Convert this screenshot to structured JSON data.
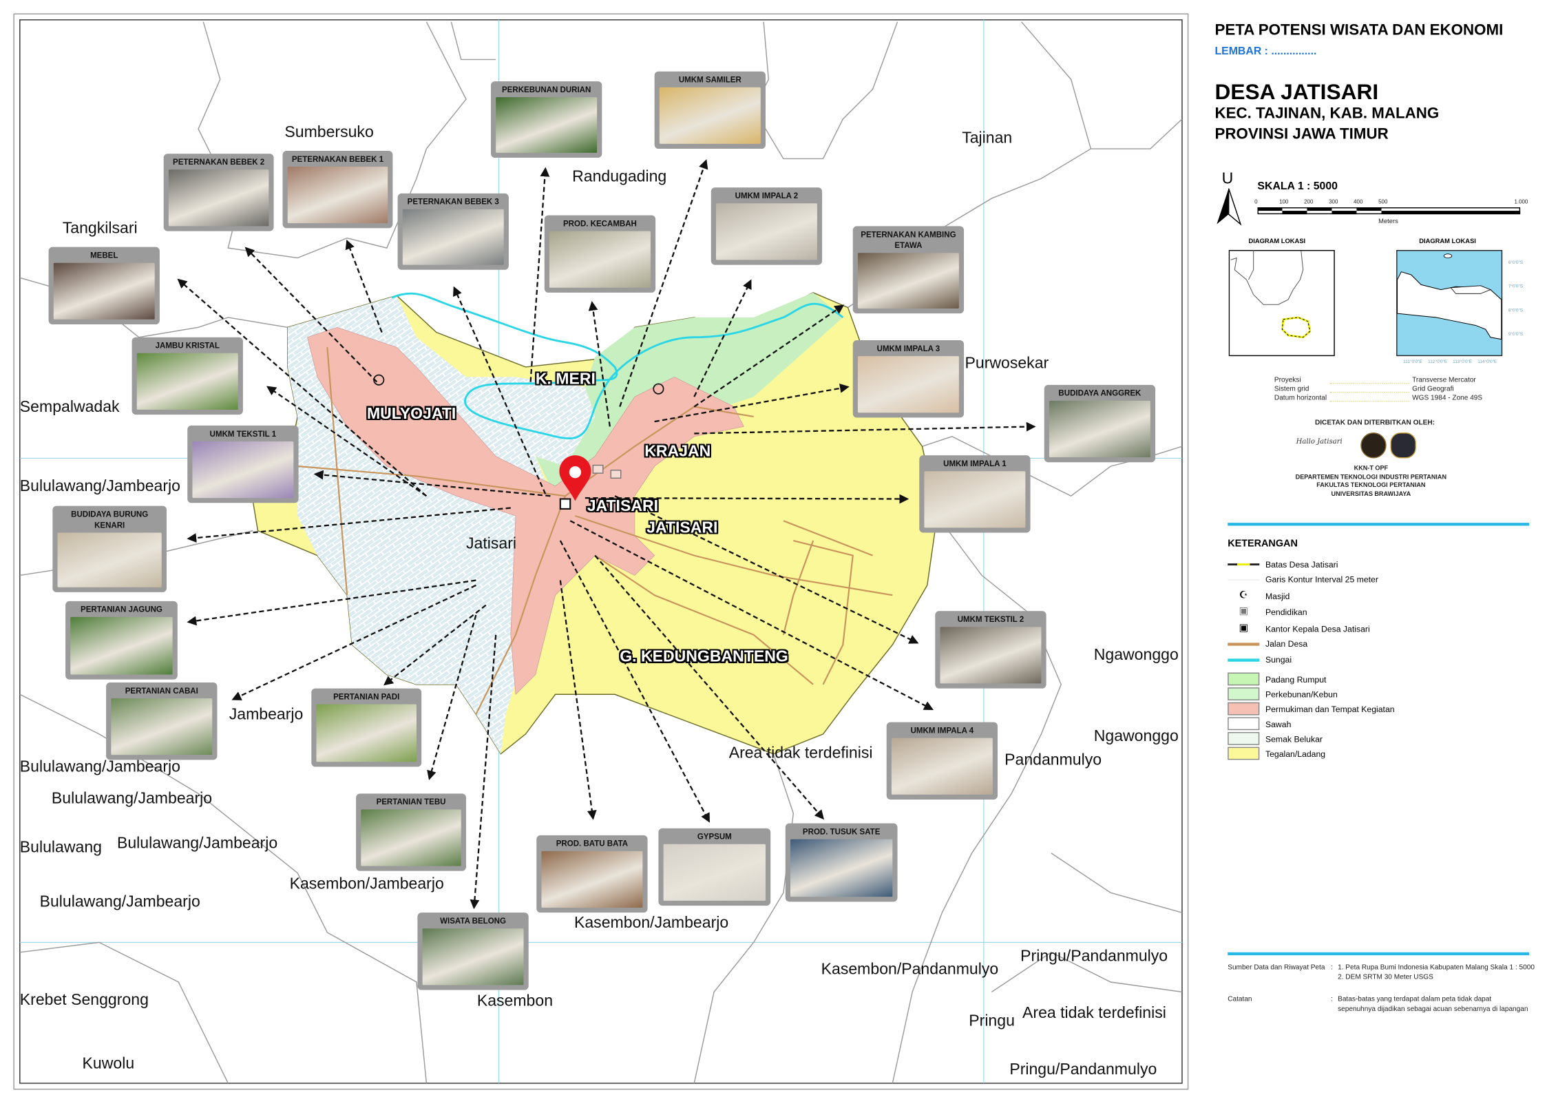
{
  "header": {
    "title": "PETA POTENSI WISATA DAN EKONOMI",
    "sheet": "LEMBAR : ...............",
    "village": "DESA JATISARI",
    "district": "KEC. TAJINAN, KAB. MALANG",
    "province": "PROVINSI JAWA TIMUR"
  },
  "scale": {
    "north": "U",
    "label": "SKALA 1 : 5000",
    "ticks": [
      "0",
      "100",
      "200",
      "300",
      "400",
      "500",
      "1.000"
    ],
    "unit": "Meters"
  },
  "diagrams": {
    "left_title": "DIAGRAM LOKASI",
    "right_title": "DIAGRAM LOKASI",
    "lat_ticks": [
      "6°0'0\"S",
      "7°0'0\"S",
      "8°0'0\"S",
      "9°0'0\"S"
    ],
    "lon_ticks": [
      "111°0'0\"E",
      "112°0'0\"E",
      "113°0'0\"E",
      "114°0'0\"E"
    ]
  },
  "projection": [
    {
      "label": "Proyeksi",
      "value": "Transverse Mercator"
    },
    {
      "label": "Sistem grid",
      "value": "Grid Geografi"
    },
    {
      "label": "Datum horizontal",
      "value": "WGS 1984 - Zone 49S"
    }
  ],
  "publisher": {
    "heading": "DICETAK DAN DITERBITKAN OLEH:",
    "logo_text": "Hallo Jatisari",
    "lines": [
      "KKN-T OPF",
      "DEPARTEMEN TEKNOLOGI INDUSTRI PERTANIAN",
      "FAKULTAS TEKNOLOGI PERTANIAN",
      "UNIVERSITAS BRAWIJAYA"
    ]
  },
  "legend": {
    "title": "KETERANGAN",
    "items": [
      {
        "label": "Batas Desa Jatisari",
        "symbol": "boundary-line"
      },
      {
        "label": "Garis Kontur Interval 25 meter",
        "symbol": "contour-line"
      },
      {
        "label": "Masjid",
        "symbol": "mosque-icon"
      },
      {
        "label": "Pendidikan",
        "symbol": "education-icon"
      },
      {
        "label": "Kantor Kepala Desa Jatisari",
        "symbol": "office-icon"
      },
      {
        "label": "Jalan Desa",
        "symbol": "road-line",
        "color": "#c8945c"
      },
      {
        "label": "Sungai",
        "symbol": "river-line",
        "color": "#2ad6e6"
      },
      {
        "label": "Padang Rumput",
        "symbol": "fill",
        "color": "#c6f5b4"
      },
      {
        "label": "Perkebunan/Kebun",
        "symbol": "fill",
        "color": "#d2f7cc"
      },
      {
        "label": "Permukiman dan Tempat Kegiatan",
        "symbol": "fill",
        "color": "#f7c0b4"
      },
      {
        "label": "Sawah",
        "symbol": "fill",
        "color": "#ffffff"
      },
      {
        "label": "Semak Belukar",
        "symbol": "fill",
        "color": "#eef8ee"
      },
      {
        "label": "Tegalan/Ladang",
        "symbol": "fill",
        "color": "#fbf89a"
      }
    ]
  },
  "sources": {
    "source_label": "Sumber Data dan Riwayat Peta",
    "source_lines": [
      "1. Peta Rupa Bumi Indonesia Kabupaten Malang Skala 1 : 5000",
      "2. DEM SRTM 30 Meter USGS"
    ],
    "note_label": "Catatan",
    "note_lines": [
      "Batas-batas yang terdapat dalam peta tidak dapat",
      "sepenuhnya dijadikan sebagai acuan sebenarnya di lapangan"
    ]
  },
  "map": {
    "villages": [
      "MULYOJATI",
      "K. MERI",
      "KRAJAN",
      "JATISARI",
      "JATISARI",
      "G. KEDUNGBANTENG"
    ],
    "places": [
      "Sumbersuko",
      "Tangkilsari",
      "Randugading",
      "Tajinan",
      "Purwosekar",
      "Sempalwadak",
      "Bululawang/Jambearjo",
      "Jatisari",
      "Jambearjo",
      "Bululawang/Jambearjo",
      "Bululawang/Jambearjo",
      "Bululawang",
      "Bululawang/Jambearjo",
      "Bululawang/Jambearjo",
      "Kasembon/Jambearjo",
      "Kasembon/Jambearjo",
      "Krebet Senggrong",
      "Kasembon",
      "Kuwolu",
      "Ngawonggo",
      "Ngawonggo",
      "Area tidak terdefinisi",
      "Pandanmulyo",
      "Kasembon/Pandanmulyo",
      "Pringu/Pandanmulyo",
      "Pringu",
      "Area tidak terdefinisi",
      "Pringu/Pandanmulyo"
    ],
    "cards": [
      {
        "title": "PERKEBUNAN DURIAN",
        "photo": "#3f6a2e"
      },
      {
        "title": "UMKM SAMILER",
        "photo": "#d9b66a"
      },
      {
        "title": "PETERNAKAN BEBEK 2",
        "photo": "#6b6a66"
      },
      {
        "title": "PETERNAKAN BEBEK 1",
        "photo": "#a07a66"
      },
      {
        "title": "PETERNAKAN BEBEK 3",
        "photo": "#7a7f80"
      },
      {
        "title": "PROD. KECAMBAH",
        "photo": "#a6a48c"
      },
      {
        "title": "UMKM IMPALA 2",
        "photo": "#b8b2a6"
      },
      {
        "title": "PETERNAKAN KAMBING ETAWA",
        "photo": "#6a5a48"
      },
      {
        "title": "MEBEL",
        "photo": "#5d4a40"
      },
      {
        "title": "JAMBU KRISTAL",
        "photo": "#5f8a3e"
      },
      {
        "title": "UMKM IMPALA 3",
        "photo": "#d8bfa4"
      },
      {
        "title": "BUDIDAYA ANGGREK",
        "photo": "#6d7a62"
      },
      {
        "title": "UMKM TEKSTIL 1",
        "photo": "#9a86b8"
      },
      {
        "title": "UMKM IMPALA 1",
        "photo": "#c9bba8"
      },
      {
        "title": "BUDIDAYA BURUNG KENARI",
        "photo": "#c4b8a2"
      },
      {
        "title": "PERTANIAN JAGUNG",
        "photo": "#4f7d3a"
      },
      {
        "title": "UMKM TEKSTIL 2",
        "photo": "#6f685c"
      },
      {
        "title": "PERTANIAN CABAI",
        "photo": "#6c8a58"
      },
      {
        "title": "PERTANIAN PADI",
        "photo": "#7da04e"
      },
      {
        "title": "UMKM IMPALA 4",
        "photo": "#b8a894"
      },
      {
        "title": "PERTANIAN TEBU",
        "photo": "#5c7e48"
      },
      {
        "title": "PROD. BATU BATA",
        "photo": "#8f6a4c"
      },
      {
        "title": "GYPSUM",
        "photo": "#d4d0c8"
      },
      {
        "title": "PROD. TUSUK SATE",
        "photo": "#3e5a78"
      },
      {
        "title": "WISATA BELONG",
        "photo": "#5e7a52"
      }
    ]
  }
}
